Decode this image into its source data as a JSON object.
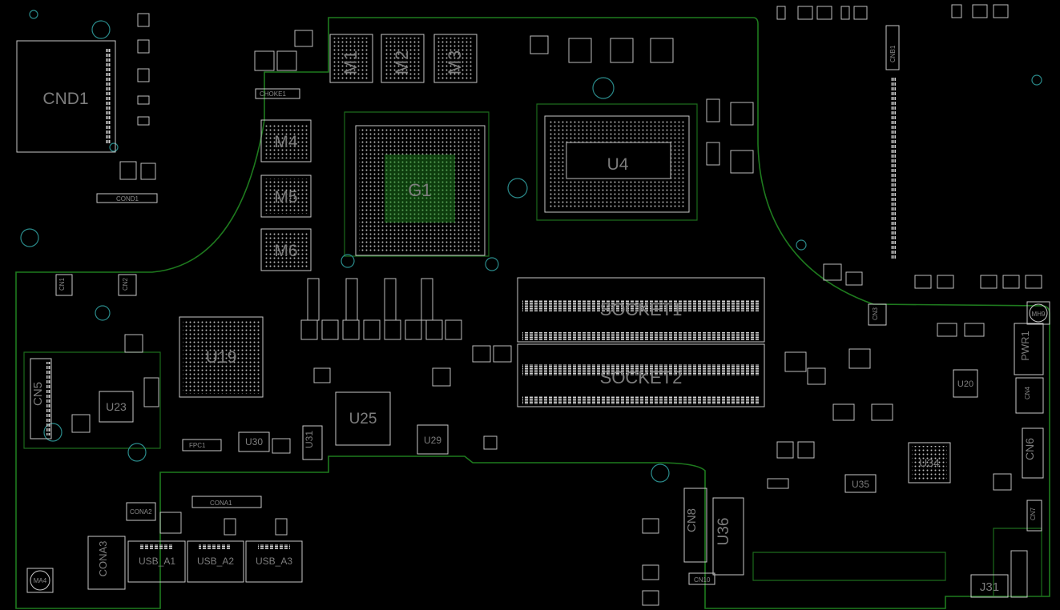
{
  "labels": {
    "cnd1": "CND1",
    "cond1": "COND1",
    "choke1": "CHOKE1",
    "m1": "M1",
    "m2": "M2",
    "m3": "M3",
    "m4": "M4",
    "m5": "M5",
    "m6": "M6",
    "g1": "G1",
    "u4": "U4",
    "cnb1": "CNB1",
    "socket1": "SOCKET1",
    "socket2": "SOCKET2",
    "u19": "U19",
    "u23": "U23",
    "cn5": "CN5",
    "u25": "U25",
    "u29": "U29",
    "u30": "U30",
    "u31": "U31",
    "fpc1": "FPC1",
    "cona1": "CONA1",
    "cona2": "CONA2",
    "cona3": "CONA3",
    "usb_a1": "USB_A1",
    "usb_a2": "USB_A2",
    "usb_a3": "USB_A3",
    "ma4": "MA4",
    "cn8": "CN8",
    "u36": "U36",
    "u34": "U34",
    "u35": "U35",
    "u20": "U20",
    "pwr1": "PWR1",
    "cn4": "CN4",
    "cn6": "CN6",
    "cn7": "CN7",
    "mh9": "MH9",
    "j31": "J31",
    "cn10": "CN10",
    "cn3": "CN3",
    "cn1": "CN1",
    "cn2": "CN2"
  }
}
